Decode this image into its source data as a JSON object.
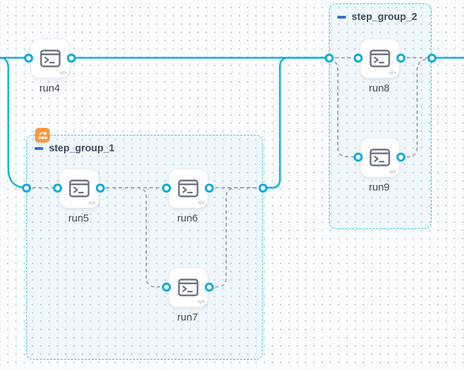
{
  "app": {
    "view": "workflow-topology-canvas"
  },
  "colors": {
    "edge_solid": "#00b4de",
    "edge_dashed": "#9aa2af",
    "port_ring": "#00a9e2",
    "group_border": "#3ac2e8",
    "group_label_text": "#3e4d63",
    "node_label_text": "#3e4756",
    "minus_icon": "#2f72d6",
    "group_badge_background": "#f8993a",
    "node_icon_stroke": "#6b7280"
  },
  "nodes": [
    {
      "id": "run4",
      "label": "run4",
      "type_icon": "terminal-icon",
      "corner_icon": "code-icon"
    },
    {
      "id": "run5",
      "label": "run5",
      "type_icon": "terminal-icon",
      "corner_icon": "code-icon"
    },
    {
      "id": "run6",
      "label": "run6",
      "type_icon": "terminal-icon",
      "corner_icon": "code-icon"
    },
    {
      "id": "run7",
      "label": "run7",
      "type_icon": "terminal-icon",
      "corner_icon": "code-icon"
    },
    {
      "id": "run8",
      "label": "run8",
      "type_icon": "terminal-icon",
      "corner_icon": "code-icon"
    },
    {
      "id": "run9",
      "label": "run9",
      "type_icon": "terminal-icon",
      "corner_icon": "code-icon"
    }
  ],
  "groups": [
    {
      "id": "step_group_1",
      "label": "step_group_1",
      "collapse_icon": "minus-icon",
      "badge_icon": "loop-items-icon"
    },
    {
      "id": "step_group_2",
      "label": "step_group_2",
      "collapse_icon": "minus-icon"
    }
  ],
  "edges": [
    {
      "from": "offscreen-left",
      "to": "run4",
      "style": "solid"
    },
    {
      "from": "offscreen-left",
      "to": "step_group_1",
      "style": "solid"
    },
    {
      "from": "run4",
      "to": "step_group_2",
      "style": "solid"
    },
    {
      "from": "step_group_1",
      "to": "step_group_2",
      "style": "solid"
    },
    {
      "from": "step_group_2",
      "to": "offscreen-right",
      "style": "solid"
    },
    {
      "from": "step_group_1.in",
      "to": "run5",
      "style": "dashed"
    },
    {
      "from": "run5",
      "to": "run6",
      "style": "dashed"
    },
    {
      "from": "run5",
      "to": "run7",
      "style": "dashed"
    },
    {
      "from": "run6",
      "to": "step_group_1.out",
      "style": "dashed"
    },
    {
      "from": "run7",
      "to": "step_group_1.out",
      "style": "dashed"
    },
    {
      "from": "step_group_2.in",
      "to": "run8",
      "style": "dashed"
    },
    {
      "from": "step_group_2.in",
      "to": "run9",
      "style": "dashed"
    },
    {
      "from": "run8",
      "to": "step_group_2.out",
      "style": "dashed"
    },
    {
      "from": "run9",
      "to": "step_group_2.out",
      "style": "dashed"
    }
  ]
}
